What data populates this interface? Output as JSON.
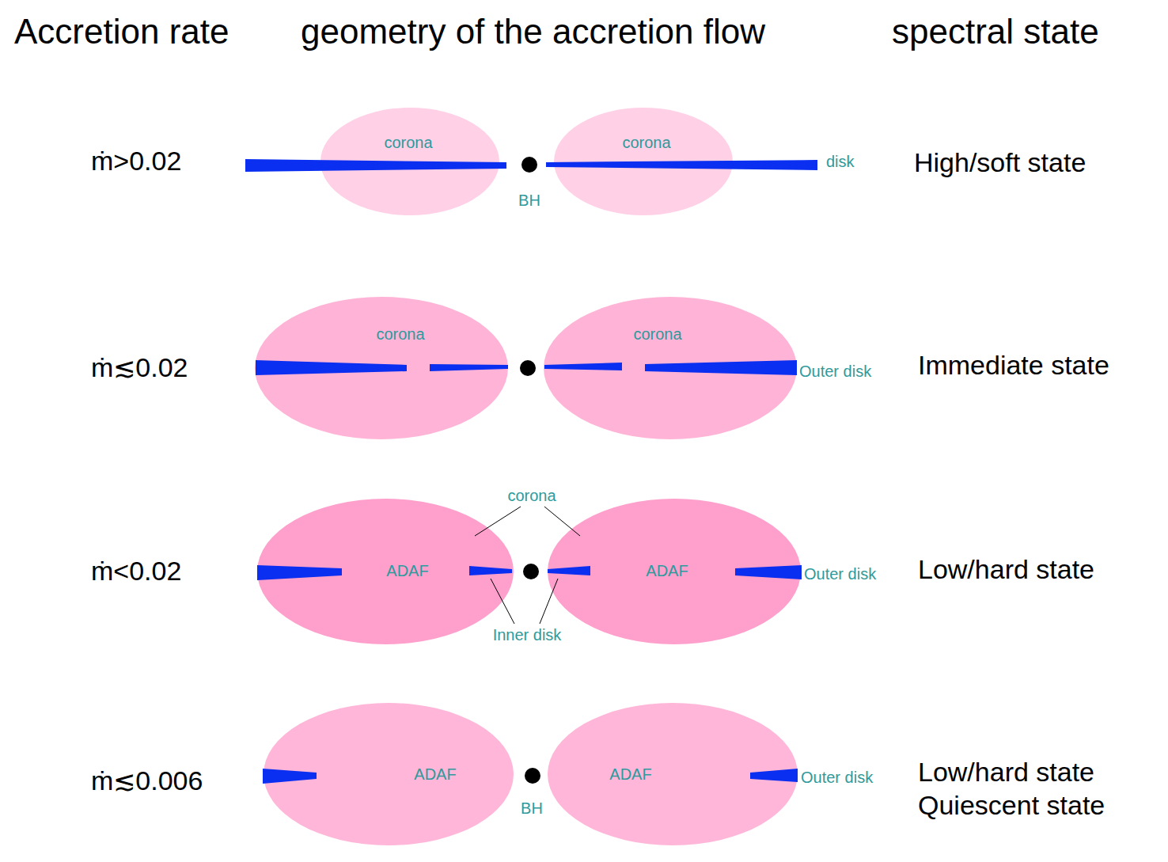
{
  "diagram": {
    "nodes": [
      {
        "text": [
          "corona"
        ]
      },
      {
        "text": [
          "corona"
        ]
      },
      {
        "text": [
          "corona"
        ]
      },
      {
        "text": [
          "corona"
        ]
      },
      {
        "text": [
          "ADAF"
        ]
      },
      {
        "text": [
          "ADAF"
        ]
      },
      {
        "text": [
          "ADAF"
        ]
      },
      {
        "text": [
          "ADAF"
        ]
      }
    ],
    "labels": [
      "Accretion rate",
      "geometry of the accretion flow",
      "spectral state",
      "ṁ>0.02",
      "disk",
      "BH",
      "High/soft state",
      "ṁ≲0.02",
      "Outer disk",
      "Immediate state",
      "ṁ<0.02",
      "corona",
      "Outer disk",
      "Inner disk",
      "Low/hard state",
      "ṁ≲0.006",
      "Outer disk",
      "BH",
      "Low/hard state",
      "Quiescent state"
    ]
  }
}
